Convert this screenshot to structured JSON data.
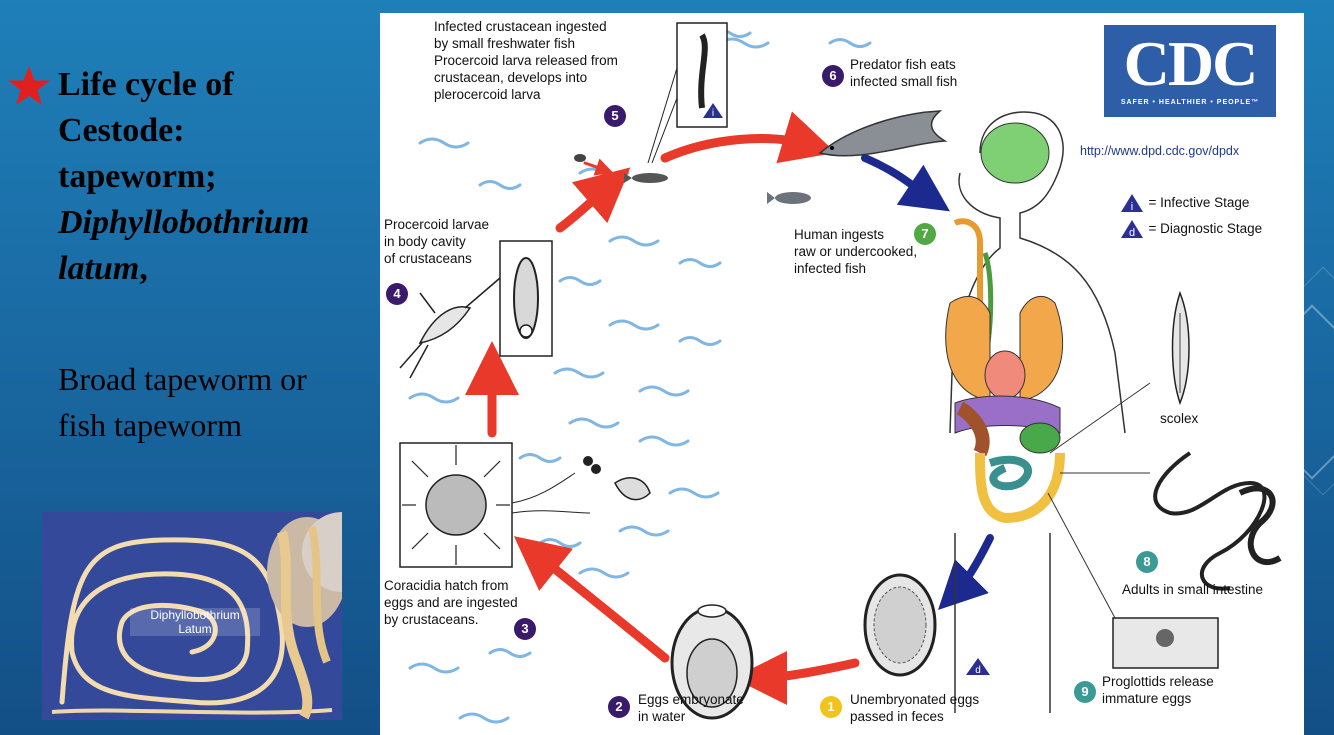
{
  "slide": {
    "title_line1": "Life cycle of",
    "title_line2": "Cestode:",
    "title_line3": "tapeworm;",
    "title_line4_italic": "Diphyllobothrium",
    "title_line5_italic": "latum",
    "title_line5_suffix": ",",
    "subtitle_line1": "Broad tapeworm or",
    "subtitle_line2": "fish tapeworm",
    "photo_label_line1": "Diphyllobothrium",
    "photo_label_line2": "Latum",
    "star_color": "#e02020"
  },
  "diagram": {
    "logo_text": "CDC",
    "logo_tagline": "SAFER • HEALTHIER • PEOPLE™",
    "url": "http://www.dpd.cdc.gov/dpdx",
    "legend_infective": "= Infective Stage",
    "legend_diagnostic": "= Diagnostic Stage",
    "legend_i": "i",
    "legend_d": "d",
    "steps": [
      {
        "num": "1",
        "text_line1": "Unembryonated eggs",
        "text_line2": "passed in feces"
      },
      {
        "num": "2",
        "text_line1": "Eggs embryonate",
        "text_line2": "in water"
      },
      {
        "num": "3",
        "text_line1": "Coracidia hatch from",
        "text_line2": "eggs and are ingested",
        "text_line3": "by crustaceans."
      },
      {
        "num": "4",
        "text_line1": "Procercoid larvae",
        "text_line2": "in body cavity",
        "text_line3": "of crustaceans"
      },
      {
        "num": "5",
        "text_line1": "Infected crustacean ingested",
        "text_line2": "by small freshwater fish",
        "text_line3": "Procercoid larva released from",
        "text_line4": "crustacean, develops into",
        "text_line5": "plerocercoid larva"
      },
      {
        "num": "6",
        "text_line1": "Predator fish eats",
        "text_line2": "infected small fish"
      },
      {
        "num": "7",
        "text_line1": "Human ingests",
        "text_line2": "raw or undercooked,",
        "text_line3": "infected fish"
      },
      {
        "num": "8",
        "text_line1": "Adults in small intestine"
      },
      {
        "num": "9",
        "text_line1": "Proglottids release",
        "text_line2": "immature eggs"
      }
    ],
    "scolex_label": "scolex",
    "colors": {
      "arrow_red": "#e8392a",
      "arrow_blue": "#1c2a8f",
      "water": "#7fb6e3"
    }
  }
}
